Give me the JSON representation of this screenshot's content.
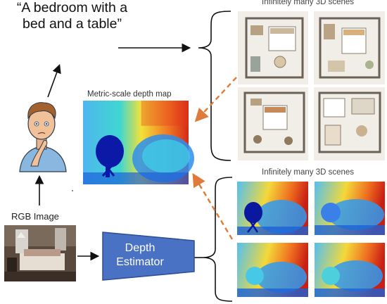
{
  "quote": {
    "line1": "“A bedroom with a",
    "line2": "bed and a table”"
  },
  "depth_map_label": "Metric-scale depth map",
  "scenes_top_label": "Infinitely many 3D scenes",
  "scenes_bottom_label": "Infinitely many 3D scenes",
  "rgb_label": "RGB Image",
  "estimator": {
    "line1": "Depth",
    "line2": "Estimator"
  },
  "colors": {
    "arrow_dashed": "#e07a3a",
    "estimator_fill": "#4a72c4",
    "estimator_stroke": "#2e4f95"
  }
}
